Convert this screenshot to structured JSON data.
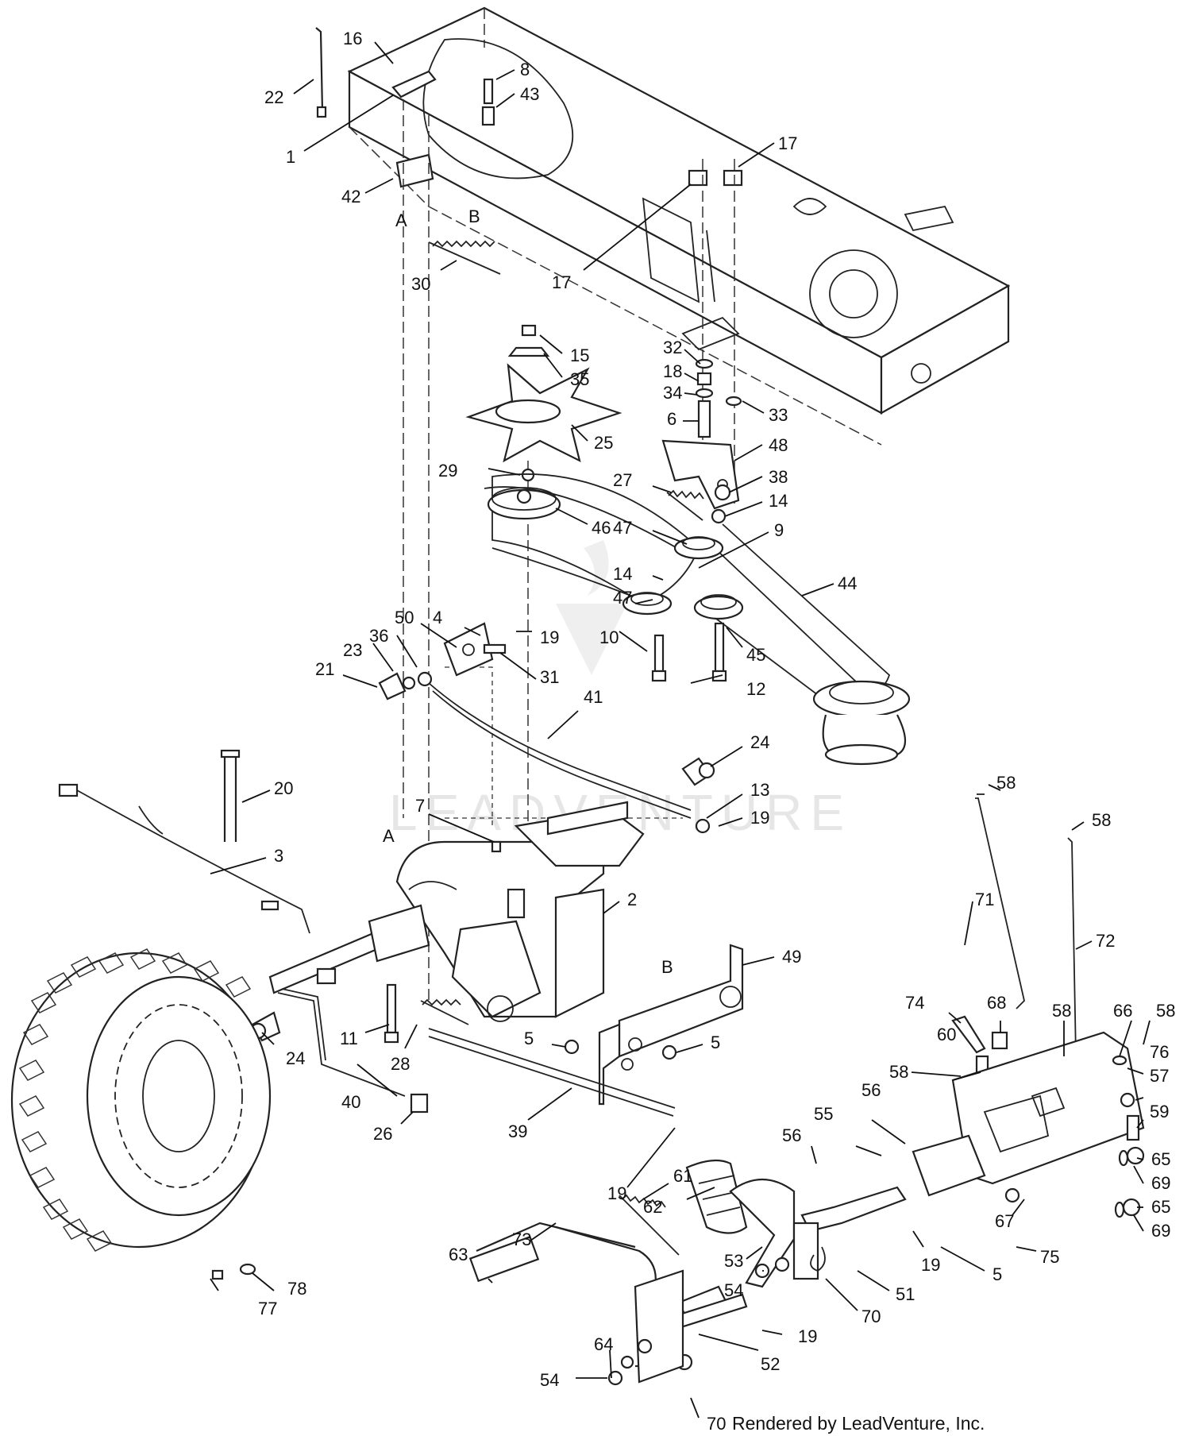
{
  "watermark": "LEADVENTURE",
  "credit": "Rendered by LeadVenture, Inc.",
  "accent_colors": {
    "line": "#222222",
    "watermark": "#e6e6e6"
  },
  "letters": [
    "A",
    "B",
    "A",
    "B"
  ],
  "callouts": [
    "16",
    "22",
    "1",
    "8",
    "43",
    "42",
    "30",
    "17",
    "17",
    "15",
    "35",
    "25",
    "29",
    "32",
    "18",
    "34",
    "6",
    "33",
    "48",
    "27",
    "38",
    "14",
    "46",
    "47",
    "9",
    "14",
    "47",
    "44",
    "4",
    "50",
    "36",
    "23",
    "21",
    "19",
    "31",
    "10",
    "45",
    "12",
    "41",
    "24",
    "20",
    "13",
    "19",
    "7",
    "3",
    "2",
    "58",
    "58",
    "71",
    "72",
    "49",
    "11",
    "24",
    "28",
    "5",
    "5",
    "74",
    "68",
    "58",
    "66",
    "58",
    "40",
    "26",
    "39",
    "19",
    "60",
    "58",
    "76",
    "57",
    "59",
    "56",
    "55",
    "56",
    "65",
    "69",
    "65",
    "69",
    "62",
    "53",
    "54",
    "51",
    "19",
    "5",
    "67",
    "75",
    "70",
    "73",
    "63",
    "61",
    "77",
    "78",
    "19",
    "64",
    "54",
    "52",
    "70"
  ]
}
